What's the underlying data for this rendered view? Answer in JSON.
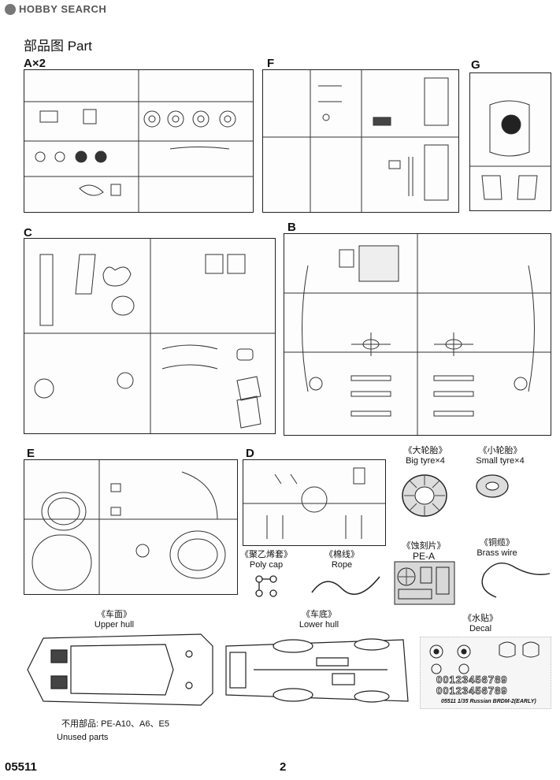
{
  "watermark": "HOBBY SEARCH",
  "page_heading": "部品图 Part",
  "sprues": {
    "A": {
      "label": "A×2"
    },
    "F": {
      "label": "F"
    },
    "G": {
      "label": "G"
    },
    "C": {
      "label": "C"
    },
    "B": {
      "label": "B"
    },
    "E": {
      "label": "E"
    },
    "D": {
      "label": "D"
    }
  },
  "items": {
    "big_tyre": {
      "cn": "《大轮胎》",
      "en": "Big tyre×4"
    },
    "small_tyre": {
      "cn": "《小轮胎》",
      "en": "Small tyre×4"
    },
    "poly_cap": {
      "cn": "《聚乙烯套》",
      "en": "Poly cap"
    },
    "rope": {
      "cn": "《棉线》",
      "en": "Rope"
    },
    "pe": {
      "cn": "《蚀刻片》",
      "en": "PE-A"
    },
    "brass_wire": {
      "cn": "《铜缆》",
      "en": "Brass wire"
    },
    "upper_hull": {
      "cn": "《车面》",
      "en": "Upper hull"
    },
    "lower_hull": {
      "cn": "《车底》",
      "en": "Lower hull"
    },
    "decal": {
      "cn": "《水贴》",
      "en": "Decal",
      "caption": "05511 1/35 Russian BRDM-2(EARLY)",
      "digits": "00123456789"
    }
  },
  "unused": {
    "cn": "不用部品: PE-A10、A6、E5",
    "en": "Unused parts"
  },
  "footer": {
    "code": "05511",
    "page": "2"
  }
}
